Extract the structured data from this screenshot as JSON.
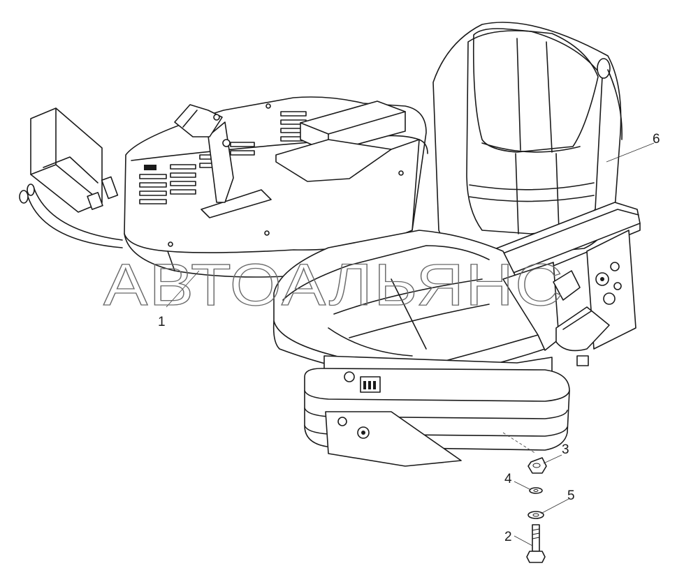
{
  "watermark": "АВТОАЛЬЯНС",
  "callouts": [
    {
      "id": "1",
      "label": "1"
    },
    {
      "id": "2",
      "label": "2"
    },
    {
      "id": "3",
      "label": "3"
    },
    {
      "id": "4",
      "label": "4"
    },
    {
      "id": "5",
      "label": "5"
    },
    {
      "id": "6",
      "label": "6"
    }
  ]
}
